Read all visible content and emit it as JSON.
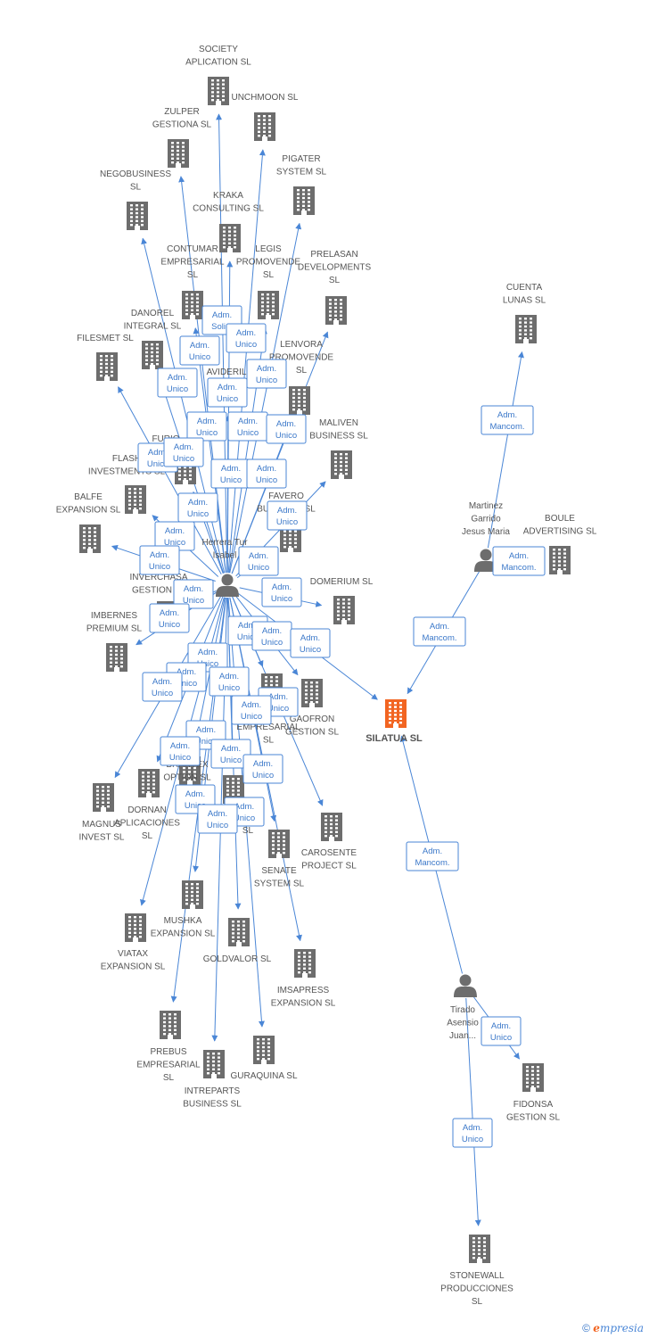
{
  "footer": {
    "copyright": "©",
    "brand_e": "e",
    "brand_rest": "mpresia"
  },
  "colors": {
    "company": "#6d6d6d",
    "main_company": "#f26522",
    "person": "#6d6d6d",
    "edge": "#4a86d6"
  },
  "nodes": [
    {
      "id": "society",
      "type": "company",
      "label": [
        "SOCIETY",
        "APLICATION SL"
      ]
    },
    {
      "id": "unchmoon",
      "type": "company",
      "label": [
        "UNCHMOON SL"
      ]
    },
    {
      "id": "zulper",
      "type": "company",
      "label": [
        "ZULPER",
        "GESTIONA SL"
      ]
    },
    {
      "id": "pigater",
      "type": "company",
      "label": [
        "PIGATER",
        "SYSTEM SL"
      ]
    },
    {
      "id": "negobusiness",
      "type": "company",
      "label": [
        "NEGOBUSINESS",
        "SL"
      ]
    },
    {
      "id": "kraka",
      "type": "company",
      "label": [
        "KRAKA",
        "CONSULTING SL"
      ]
    },
    {
      "id": "contumar",
      "type": "company",
      "label": [
        "CONTUMAR",
        "EMPRESARIAL",
        "SL"
      ]
    },
    {
      "id": "legis",
      "type": "company",
      "label": [
        "LEGIS",
        "PROMOVENDE",
        "SL"
      ]
    },
    {
      "id": "prelasan",
      "type": "company",
      "label": [
        "PRELASAN",
        "DEVELOPMENTS",
        "SL"
      ]
    },
    {
      "id": "cuenta",
      "type": "company",
      "label": [
        "CUENTA",
        "LUNAS SL"
      ]
    },
    {
      "id": "danorel",
      "type": "company",
      "label": [
        "DANOREL",
        "INTEGRAL SL"
      ]
    },
    {
      "id": "filesmet",
      "type": "company",
      "label": [
        "FILESMET SL"
      ]
    },
    {
      "id": "avideril",
      "type": "company",
      "label": [
        "AVIDERIL"
      ]
    },
    {
      "id": "lenvora",
      "type": "company",
      "label": [
        "LENVORA",
        "PROMOVENDE",
        "SL"
      ]
    },
    {
      "id": "maliven",
      "type": "company",
      "label": [
        "MALIVEN",
        "BUSINESS SL"
      ]
    },
    {
      "id": "flash",
      "type": "company",
      "label": [
        "FLASH",
        "INVESTMENTS SL"
      ]
    },
    {
      "id": "furio",
      "type": "company",
      "label": [
        "FURIO"
      ]
    },
    {
      "id": "balfe",
      "type": "company",
      "label": [
        "BALFE",
        "EXPANSION SL"
      ]
    },
    {
      "id": "favero",
      "type": "company",
      "label": [
        "FAVERO",
        "BUSINESS SL"
      ]
    },
    {
      "id": "boule",
      "type": "company",
      "label": [
        "BOULE",
        "ADVERTISING SL"
      ]
    },
    {
      "id": "inverchasa",
      "type": "company",
      "label": [
        "INVERCHASA",
        "GESTION SL"
      ]
    },
    {
      "id": "domerium",
      "type": "company",
      "label": [
        "DOMERIUM SL"
      ]
    },
    {
      "id": "imbernes",
      "type": "company",
      "label": [
        "IMBERNES",
        "PREMIUM SL"
      ]
    },
    {
      "id": "silatua",
      "type": "main",
      "label": [
        "SILATUA SL"
      ]
    },
    {
      "id": "gaofron",
      "type": "company",
      "label": [
        "GAOFRON",
        "GESTION SL"
      ]
    },
    {
      "id": "blueempresarial",
      "type": "company",
      "label": [
        "EMPRESARIAL",
        "SL"
      ]
    },
    {
      "id": "brantex",
      "type": "company",
      "label": [
        "BRANTEX",
        "OPTION SL"
      ]
    },
    {
      "id": "magnus",
      "type": "company",
      "label": [
        "MAGNUS",
        "INVEST SL"
      ]
    },
    {
      "id": "dornan",
      "type": "company",
      "label": [
        "DORNAN",
        "APLICACIONES",
        "SL"
      ]
    },
    {
      "id": "carosente",
      "type": "company",
      "label": [
        "CAROSENTE",
        "PROJECT SL"
      ]
    },
    {
      "id": "xsl",
      "type": "company",
      "label": [
        "SL"
      ]
    },
    {
      "id": "senate",
      "type": "company",
      "label": [
        "SENATE",
        "SYSTEM SL"
      ]
    },
    {
      "id": "mushka",
      "type": "company",
      "label": [
        "MUSHKA",
        "EXPANSION SL"
      ]
    },
    {
      "id": "viatax",
      "type": "company",
      "label": [
        "VIATAX",
        "EXPANSION SL"
      ]
    },
    {
      "id": "goldvalor",
      "type": "company",
      "label": [
        "GOLDVALOR SL"
      ]
    },
    {
      "id": "imsapress",
      "type": "company",
      "label": [
        "IMSAPRESS",
        "EXPANSION SL"
      ]
    },
    {
      "id": "prebus",
      "type": "company",
      "label": [
        "PREBUS",
        "EMPRESARIAL",
        "SL"
      ]
    },
    {
      "id": "intreparts",
      "type": "company",
      "label": [
        "INTREPARTS",
        "BUSINESS SL"
      ]
    },
    {
      "id": "guraquina",
      "type": "company",
      "label": [
        "GURAQUINA SL"
      ]
    },
    {
      "id": "fidonsa",
      "type": "company",
      "label": [
        "FIDONSA",
        "GESTION SL"
      ]
    },
    {
      "id": "stonewall",
      "type": "company",
      "label": [
        "STONEWALL",
        "PRODUCCIONES",
        "SL"
      ]
    },
    {
      "id": "herrera",
      "type": "person",
      "label": [
        "Herrera Tur",
        "Isabel"
      ]
    },
    {
      "id": "martinez",
      "type": "person",
      "label": [
        "Martinez",
        "Garrido",
        "Jesus Maria"
      ]
    },
    {
      "id": "tirado",
      "type": "person",
      "label": [
        "Tirado",
        "Asensio",
        "Juan..."
      ]
    }
  ],
  "edges": [
    {
      "from": "herrera",
      "to": "society"
    },
    {
      "from": "herrera",
      "to": "unchmoon"
    },
    {
      "from": "herrera",
      "to": "zulper"
    },
    {
      "from": "herrera",
      "to": "pigater"
    },
    {
      "from": "herrera",
      "to": "negobusiness"
    },
    {
      "from": "herrera",
      "to": "kraka"
    },
    {
      "from": "herrera",
      "to": "contumar"
    },
    {
      "from": "herrera",
      "to": "legis"
    },
    {
      "from": "herrera",
      "to": "prelasan"
    },
    {
      "from": "herrera",
      "to": "danorel"
    },
    {
      "from": "herrera",
      "to": "filesmet"
    },
    {
      "from": "herrera",
      "to": "avideril"
    },
    {
      "from": "herrera",
      "to": "lenvora"
    },
    {
      "from": "herrera",
      "to": "maliven"
    },
    {
      "from": "herrera",
      "to": "flash"
    },
    {
      "from": "herrera",
      "to": "furio"
    },
    {
      "from": "herrera",
      "to": "balfe"
    },
    {
      "from": "herrera",
      "to": "favero"
    },
    {
      "from": "herrera",
      "to": "inverchasa"
    },
    {
      "from": "herrera",
      "to": "domerium"
    },
    {
      "from": "herrera",
      "to": "imbernes"
    },
    {
      "from": "herrera",
      "to": "silatua"
    },
    {
      "from": "herrera",
      "to": "gaofron"
    },
    {
      "from": "herrera",
      "to": "blueempresarial"
    },
    {
      "from": "herrera",
      "to": "brantex"
    },
    {
      "from": "herrera",
      "to": "magnus"
    },
    {
      "from": "herrera",
      "to": "dornan"
    },
    {
      "from": "herrera",
      "to": "carosente"
    },
    {
      "from": "herrera",
      "to": "xsl"
    },
    {
      "from": "herrera",
      "to": "senate"
    },
    {
      "from": "herrera",
      "to": "mushka"
    },
    {
      "from": "herrera",
      "to": "viatax"
    },
    {
      "from": "herrera",
      "to": "goldvalor"
    },
    {
      "from": "herrera",
      "to": "imsapress"
    },
    {
      "from": "herrera",
      "to": "prebus"
    },
    {
      "from": "herrera",
      "to": "intreparts"
    },
    {
      "from": "herrera",
      "to": "guraquina"
    },
    {
      "from": "martinez",
      "to": "cuenta"
    },
    {
      "from": "martinez",
      "to": "silatua"
    },
    {
      "from": "tirado",
      "to": "silatua"
    },
    {
      "from": "tirado",
      "to": "fidonsa"
    },
    {
      "from": "tirado",
      "to": "stonewall"
    }
  ],
  "roles": [
    {
      "lines": [
        "Adm.",
        "Solid."
      ]
    },
    {
      "lines": [
        "Adm.",
        "Unico"
      ]
    },
    {
      "lines": [
        "Adm.",
        "Unico"
      ]
    },
    {
      "lines": [
        "Adm.",
        "Unico"
      ]
    },
    {
      "lines": [
        "Adm.",
        "Unico"
      ]
    },
    {
      "lines": [
        "Adm.",
        "Unico"
      ]
    },
    {
      "lines": [
        "Adm.",
        "Unico"
      ]
    },
    {
      "lines": [
        "Adm.",
        "Unico"
      ]
    },
    {
      "lines": [
        "Adm.",
        "Unico"
      ]
    },
    {
      "lines": [
        "Adm.",
        "Unico"
      ]
    },
    {
      "lines": [
        "Adm.",
        "Unico"
      ]
    },
    {
      "lines": [
        "Adm.",
        "Unico"
      ]
    },
    {
      "lines": [
        "Adm.",
        "Unico"
      ]
    },
    {
      "lines": [
        "Adm.",
        "Unico"
      ]
    },
    {
      "lines": [
        "Adm.",
        "Unico"
      ]
    },
    {
      "lines": [
        "Adm.",
        "Unico"
      ]
    },
    {
      "lines": [
        "Adm.",
        "Unico"
      ]
    },
    {
      "lines": [
        "Adm.",
        "Unico"
      ]
    },
    {
      "lines": [
        "Adm.",
        "Unico"
      ]
    },
    {
      "lines": [
        "Adm.",
        "Unico"
      ]
    },
    {
      "lines": [
        "Adm.",
        "Unico"
      ]
    },
    {
      "lines": [
        "Adm.",
        "Unico"
      ]
    },
    {
      "lines": [
        "Adm.",
        "Unico"
      ]
    },
    {
      "lines": [
        "Adm.",
        "Unico"
      ]
    },
    {
      "lines": [
        "Adm.",
        "Unico"
      ]
    },
    {
      "lines": [
        "Adm.",
        "Unico"
      ]
    },
    {
      "lines": [
        "Adm.",
        "Unico"
      ]
    },
    {
      "lines": [
        "Adm.",
        "Unico"
      ]
    },
    {
      "lines": [
        "Adm.",
        "Unico"
      ]
    },
    {
      "lines": [
        "Adm.",
        "Unico"
      ]
    },
    {
      "lines": [
        "Adm.",
        "Unico"
      ]
    },
    {
      "lines": [
        "Adm.",
        "Unico"
      ]
    },
    {
      "lines": [
        "Adm.",
        "Unico"
      ]
    },
    {
      "lines": [
        "Adm.",
        "Unico"
      ]
    },
    {
      "lines": [
        "Adm.",
        "Unico"
      ]
    },
    {
      "lines": [
        "Adm.",
        "Unico"
      ]
    },
    {
      "lines": [
        "Adm.",
        "Unico"
      ]
    },
    {
      "lines": [
        "Adm.",
        "Mancom."
      ]
    },
    {
      "lines": [
        "Adm.",
        "Mancom."
      ]
    },
    {
      "lines": [
        "Adm.",
        "Mancom."
      ]
    },
    {
      "lines": [
        "Adm.",
        "Mancom."
      ]
    },
    {
      "lines": [
        "Adm.",
        "Unico"
      ]
    },
    {
      "lines": [
        "Adm.",
        "Unico"
      ]
    }
  ]
}
